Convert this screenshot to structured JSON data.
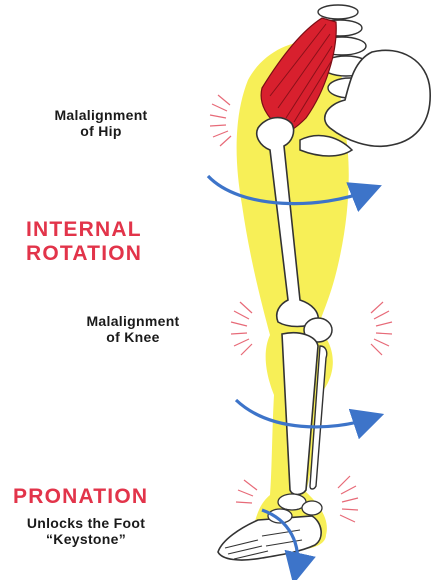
{
  "labels": {
    "hip_line1": "Malalignment",
    "hip_line2": "of Hip",
    "internal_line1": "INTERNAL",
    "internal_line2": "ROTATION",
    "knee_line1": "Malalignment",
    "knee_line2": "of Knee",
    "pronation": "PRONATION",
    "foot_line1": "Unlocks the Foot",
    "foot_line2": "“Keystone”"
  },
  "colors": {
    "accent_red": "#e2344a",
    "leg_yellow": "#f7ef57",
    "arrow_blue": "#3d74c9",
    "muscle_red": "#d8202e",
    "bone_outline": "#333333",
    "pain_rays": "#e76a78"
  },
  "icons": [
    "rotation-arrow-icon",
    "pain-rays-icon"
  ]
}
